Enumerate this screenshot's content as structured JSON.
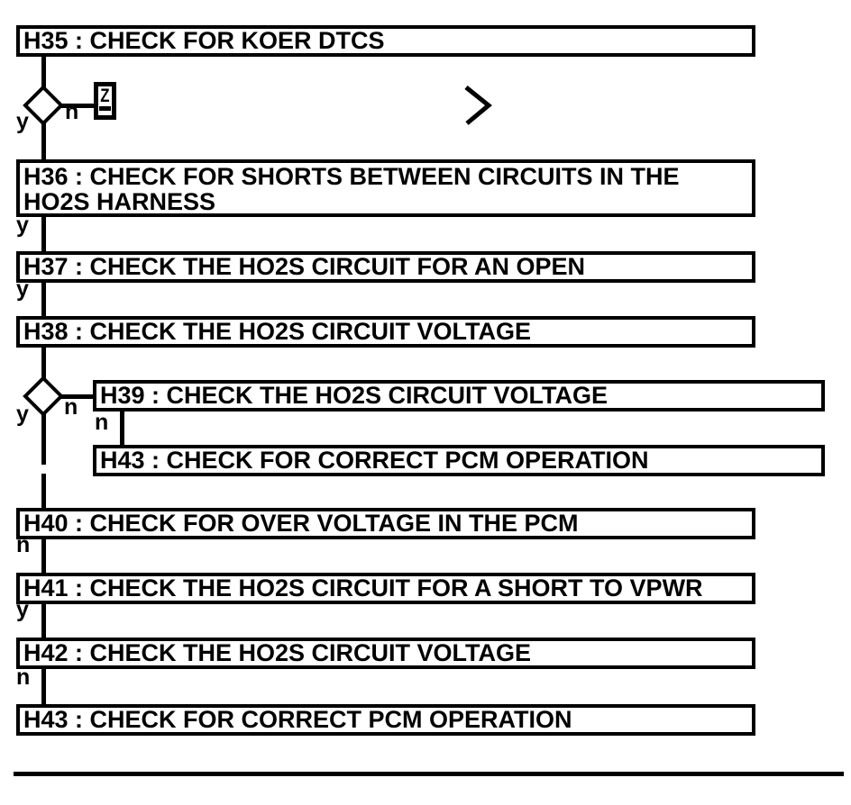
{
  "diagram": {
    "type": "flowchart",
    "background_color": "#ffffff",
    "line_color": "#000000",
    "steps": [
      {
        "id": "H35",
        "text": "H35 : CHECK FOR KOER DTCS"
      },
      {
        "id": "H36",
        "text": "H36 : CHECK FOR SHORTS BETWEEN CIRCUITS IN THE\nHO2S HARNESS"
      },
      {
        "id": "H37",
        "text": "H37 : CHECK THE HO2S CIRCUIT FOR AN OPEN"
      },
      {
        "id": "H38",
        "text": "H38 : CHECK THE HO2S CIRCUIT VOLTAGE"
      },
      {
        "id": "H39",
        "text": "H39 : CHECK THE HO2S CIRCUIT VOLTAGE"
      },
      {
        "id": "H43_top",
        "text": "H43 : CHECK FOR CORRECT PCM OPERATION"
      },
      {
        "id": "H40",
        "text": "H40 : CHECK FOR OVER VOLTAGE IN THE PCM"
      },
      {
        "id": "H41",
        "text": "H41 : CHECK THE HO2S CIRCUIT FOR A SHORT TO VPWR"
      },
      {
        "id": "H42",
        "text": "H42 : CHECK THE HO2S CIRCUIT VOLTAGE"
      },
      {
        "id": "H43_bottom",
        "text": "H43 : CHECK FOR CORRECT PCM OPERATION"
      }
    ],
    "branch_labels": {
      "yes": "y",
      "no": "n"
    },
    "offpage_connector": {
      "label": "Z"
    }
  }
}
